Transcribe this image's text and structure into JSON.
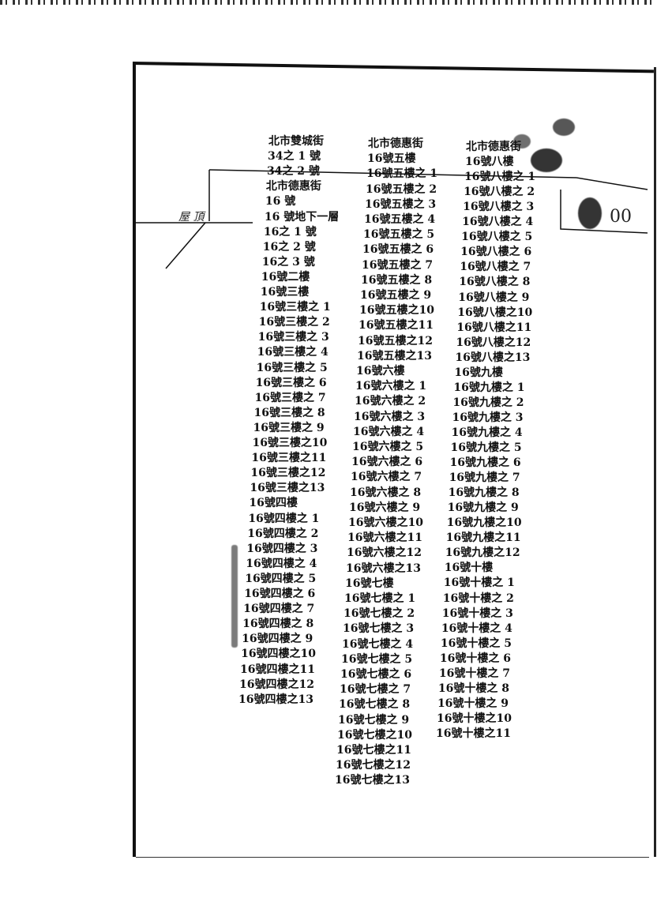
{
  "document": {
    "handwritten_note": "屋 頂",
    "stamp_text": "00",
    "columns": [
      {
        "items": [
          "北市雙城街",
          "34之 1 號",
          "34之 2 號",
          "北市德惠街",
          "16 號",
          "16 號地下一層",
          "16之 1 號",
          "16之 2 號",
          "16之 3 號",
          "16號二樓",
          "16號三樓",
          "16號三樓之 1",
          "16號三樓之 2",
          "16號三樓之 3",
          "16號三樓之 4",
          "16號三樓之 5",
          "16號三樓之 6",
          "16號三樓之 7",
          "16號三樓之 8",
          "16號三樓之 9",
          "16號三樓之10",
          "16號三樓之11",
          "16號三樓之12",
          "16號三樓之13",
          "16號四樓",
          "16號四樓之 1",
          "16號四樓之 2",
          "16號四樓之 3",
          "16號四樓之 4",
          "16號四樓之 5",
          "16號四樓之 6",
          "16號四樓之 7",
          "16號四樓之 8",
          "16號四樓之 9",
          "16號四樓之10",
          "16號四樓之11",
          "16號四樓之12",
          "16號四樓之13"
        ]
      },
      {
        "items": [
          "北市德惠街",
          "16號五樓",
          "16號五樓之 1",
          "16號五樓之 2",
          "16號五樓之 3",
          "16號五樓之 4",
          "16號五樓之 5",
          "16號五樓之 6",
          "16號五樓之 7",
          "16號五樓之 8",
          "16號五樓之 9",
          "16號五樓之10",
          "16號五樓之11",
          "16號五樓之12",
          "16號五樓之13",
          "16號六樓",
          "16號六樓之 1",
          "16號六樓之 2",
          "16號六樓之 3",
          "16號六樓之 4",
          "16號六樓之 5",
          "16號六樓之 6",
          "16號六樓之 7",
          "16號六樓之 8",
          "16號六樓之 9",
          "16號六樓之10",
          "16號六樓之11",
          "16號六樓之12",
          "16號六樓之13",
          "16號七樓",
          "16號七樓之 1",
          "16號七樓之 2",
          "16號七樓之 3",
          "16號七樓之 4",
          "16號七樓之 5",
          "16號七樓之 6",
          "16號七樓之 7",
          "16號七樓之 8",
          "16號七樓之 9",
          "16號七樓之10",
          "16號七樓之11",
          "16號七樓之12",
          "16號七樓之13"
        ]
      },
      {
        "items": [
          "北市德惠街",
          "16號八樓",
          "16號八樓之 1",
          "16號八樓之 2",
          "16號八樓之 3",
          "16號八樓之 4",
          "16號八樓之 5",
          "16號八樓之 6",
          "16號八樓之 7",
          "16號八樓之 8",
          "16號八樓之 9",
          "16號八樓之10",
          "16號八樓之11",
          "16號八樓之12",
          "16號八樓之13",
          "16號九樓",
          "16號九樓之 1",
          "16號九樓之 2",
          "16號九樓之 3",
          "16號九樓之 4",
          "16號九樓之 5",
          "16號九樓之 6",
          "16號九樓之 7",
          "16號九樓之 8",
          "16號九樓之 9",
          "16號九樓之10",
          "16號九樓之11",
          "16號九樓之12",
          "16號十樓",
          "16號十樓之 1",
          "16號十樓之 2",
          "16號十樓之 3",
          "16號十樓之 4",
          "16號十樓之 5",
          "16號十樓之 6",
          "16號十樓之 7",
          "16號十樓之 8",
          "16號十樓之 9",
          "16號十樓之10",
          "16號十樓之11"
        ]
      }
    ]
  }
}
